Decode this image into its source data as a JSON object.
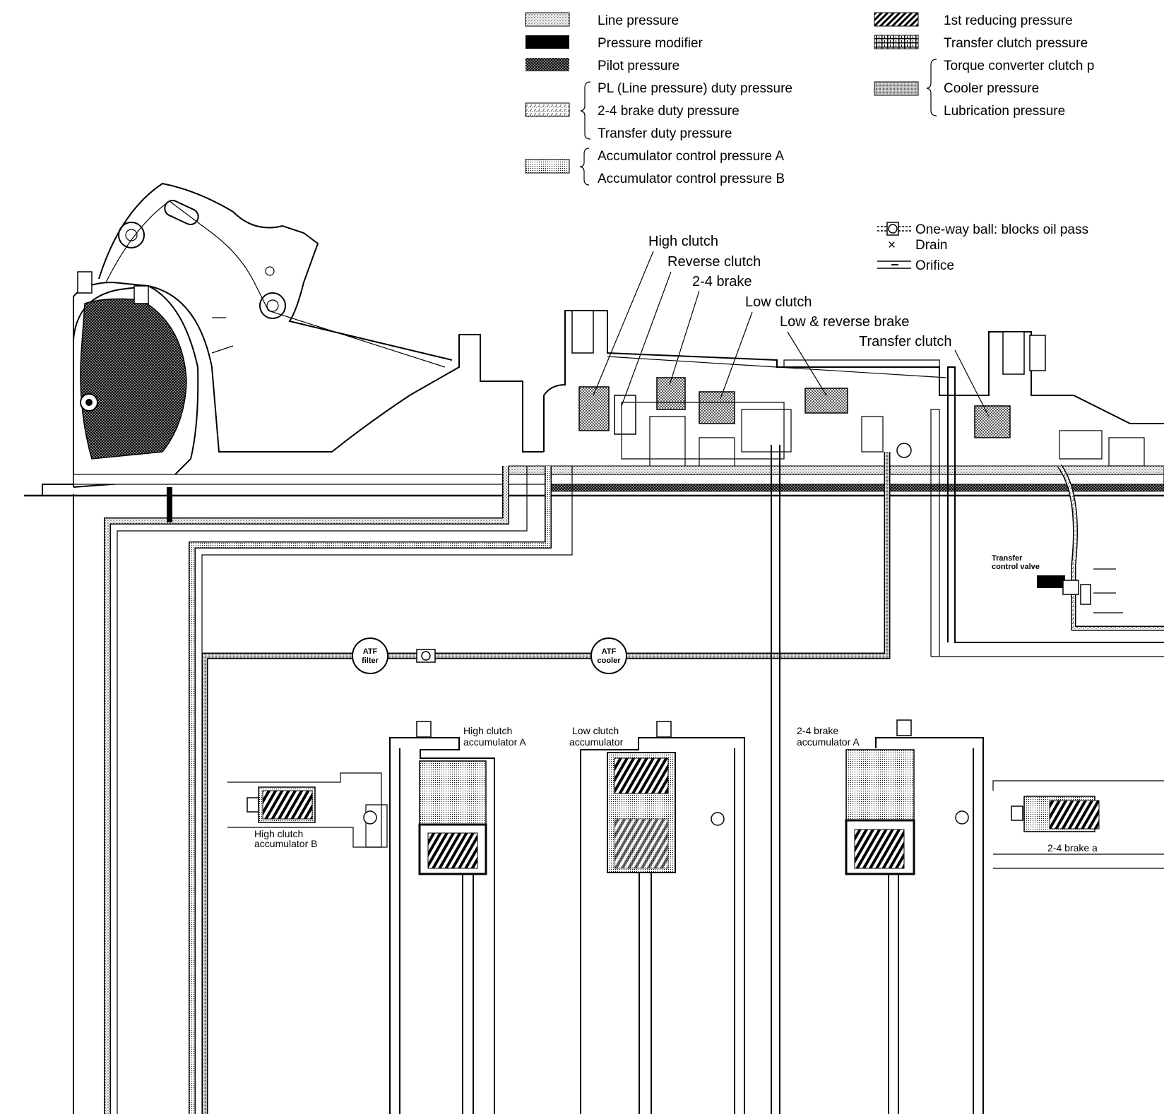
{
  "legend": {
    "left": [
      {
        "label": "Line pressure",
        "swatch": "line"
      },
      {
        "label": "Pressure modifier",
        "swatch": "modifier"
      },
      {
        "label": "Pilot pressure",
        "swatch": "pilot"
      }
    ],
    "duty_group": [
      "PL (Line pressure) duty pressure",
      "2-4 brake duty pressure",
      "Transfer duty pressure"
    ],
    "accumulator_group": [
      "Accumulator control pressure A",
      "Accumulator control pressure B"
    ],
    "right": [
      {
        "label": "1st reducing pressure",
        "swatch": "reducing"
      },
      {
        "label": "Transfer clutch pressure",
        "swatch": "transfer"
      }
    ],
    "torque_group": [
      "Torque converter clutch p",
      "Cooler pressure",
      "Lubrication pressure"
    ],
    "symbols": [
      {
        "label": "One-way ball: blocks oil pass",
        "icon": "one-way-ball-icon"
      },
      {
        "label": "Drain",
        "icon": "drain-icon",
        "glyph": "×"
      },
      {
        "label": "Orifice",
        "icon": "orifice-icon"
      }
    ]
  },
  "callouts": {
    "high_clutch": "High clutch",
    "reverse_clutch": "Reverse clutch",
    "brake_24": "2-4 brake",
    "low_clutch": "Low clutch",
    "low_reverse_brake": "Low & reverse brake",
    "transfer_clutch": "Transfer clutch"
  },
  "components": {
    "transfer_valve": [
      "Transfer",
      "control valve"
    ],
    "atf_filter": [
      "ATF",
      "filter"
    ],
    "atf_cooler": [
      "ATF",
      "cooler"
    ],
    "hc_acc_a": [
      "High clutch",
      "accumulator A"
    ],
    "low_acc": [
      "Low clutch",
      "accumulator"
    ],
    "brake_acc_a": [
      "2-4 brake",
      "accumulator A"
    ],
    "hc_acc_b": [
      "High clutch",
      "accumulator B"
    ],
    "brake_acc_b": "2-4 brake a"
  },
  "colors": {
    "ink": "#000000",
    "paper": "#ffffff"
  }
}
